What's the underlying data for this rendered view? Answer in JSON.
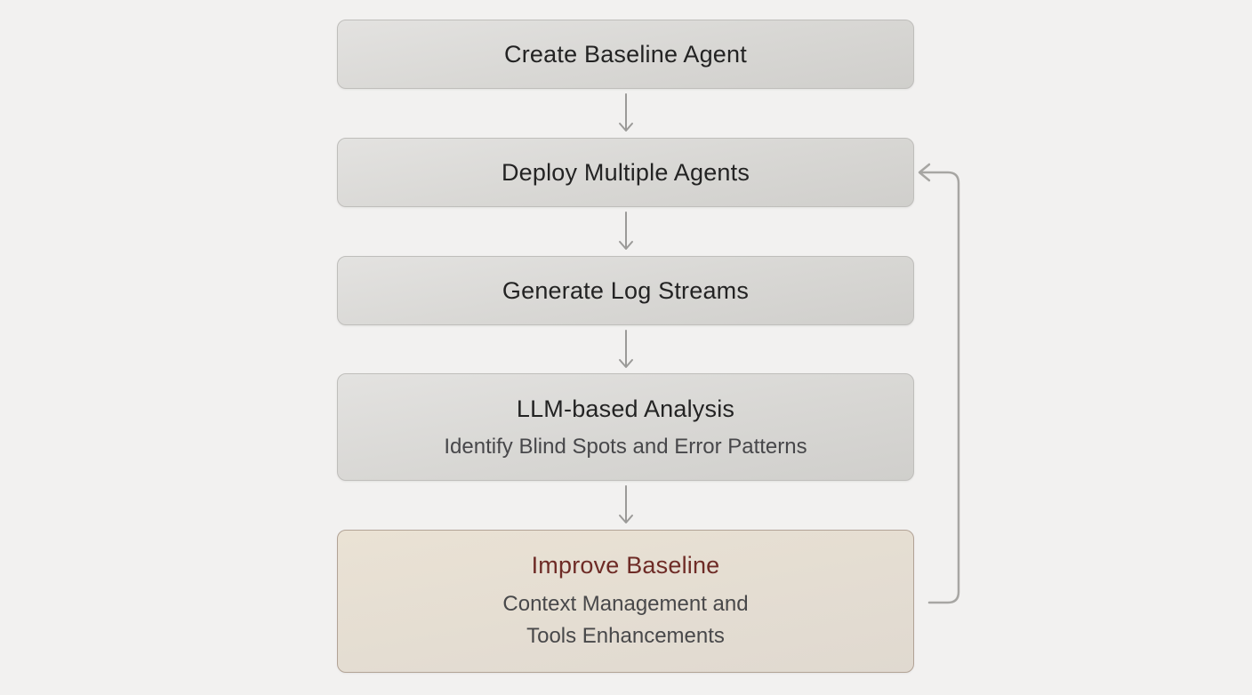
{
  "diagram": {
    "background_color": "#f2f1f0",
    "arrow_color": "#9b9a98",
    "feedback_arrow_color": "#a7a6a3",
    "nodes": [
      {
        "id": "create-baseline-agent",
        "title": "Create Baseline Agent"
      },
      {
        "id": "deploy-multiple-agents",
        "title": "Deploy Multiple Agents"
      },
      {
        "id": "generate-log-streams",
        "title": "Generate Log Streams"
      },
      {
        "id": "llm-based-analysis",
        "title": "LLM-based Analysis",
        "subtitle": "Identify Blind Spots and Error Patterns"
      },
      {
        "id": "improve-baseline",
        "title": "Improve Baseline",
        "lines": [
          "Context Management and",
          "Tools Enhancements"
        ],
        "title_color": "#6e2b26"
      }
    ],
    "styles": {
      "gray_node": {
        "background_top": "#e3e2e0",
        "background_bottom": "#d0cfcc",
        "border": "#bfbebb",
        "title_color": "#232323",
        "subtitle_color": "#47474a"
      },
      "accent_node": {
        "background_top": "#eae2d4",
        "background_bottom": "#e0d9d0",
        "border": "#b2a396",
        "title_color": "#6e2b26",
        "subtitle_color": "#48484a"
      }
    }
  }
}
